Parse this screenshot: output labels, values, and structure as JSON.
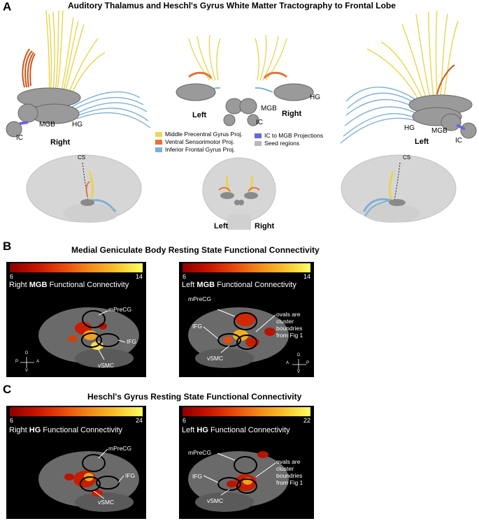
{
  "figure": {
    "A": {
      "label": "A",
      "title": "Auditory Thalamus and Heschl's Gyrus White Matter Tractography to Frontal Lobe",
      "views": {
        "right": {
          "side": "Right",
          "labels": [
            "MGB",
            "HG",
            "IC"
          ]
        },
        "middle": {
          "left": "Left",
          "right": "Right",
          "labels": [
            "MGB",
            "IC",
            "HG"
          ]
        },
        "left": {
          "side": "Left",
          "labels": [
            "HG",
            "MGB",
            "IC"
          ]
        }
      },
      "legend": [
        {
          "label": "Middle Precentral Gyrus Proj.",
          "color": "#ecd65a"
        },
        {
          "label": "Ventral Sensorimotor  Proj.",
          "color": "#e8703a"
        },
        {
          "label": "Inferior Frontal  Gyrus Proj.",
          "color": "#7fb0d6"
        },
        {
          "label": "IC to MGB Projections",
          "color": "#6a68d8"
        },
        {
          "label": "Seed regions",
          "color": "#b8b8b8"
        }
      ],
      "brain_views": {
        "cs_right": "CS",
        "cs_left": "CS",
        "bottom_left": "Left",
        "bottom_right": "Right"
      }
    },
    "B": {
      "label": "B",
      "title": "Medial Geniculate Body Resting State Functional Connectivity",
      "right_panel": {
        "cbar_min": "6",
        "cbar_max": "14",
        "title_pre": "Right ",
        "title_bold": "MGB",
        "title_post": " Functional Connectivity",
        "ann": [
          "mPreCG",
          "IFG",
          "vSMC"
        ],
        "orient": {
          "d": "D",
          "p": "P",
          "a": "A",
          "v": "V"
        }
      },
      "left_panel": {
        "cbar_min": "6",
        "cbar_max": "14",
        "title_pre": "Left  ",
        "title_bold": "MGB",
        "title_post": " Functional Connectivity",
        "ann": [
          "mPreCG",
          "IFG",
          "vSMC"
        ],
        "note": [
          "ovals are",
          "cluster",
          "boundries",
          "from Fig 1"
        ],
        "orient": {
          "d": "D",
          "a": "A",
          "p": "P",
          "v": "V"
        }
      }
    },
    "C": {
      "label": "C",
      "title": "Heschl's Gyrus Resting State Functional Connectivity",
      "right_panel": {
        "cbar_min": "6",
        "cbar_max": "24",
        "title_pre": "Right ",
        "title_bold": "HG",
        "title_post": " Functional Connectivity",
        "ann": [
          "mPreCG",
          "IFG",
          "vSMC"
        ]
      },
      "left_panel": {
        "cbar_min": "6",
        "cbar_max": "22",
        "title_pre": "Left ",
        "title_bold": "HG",
        "title_post": " Functional Connectivity",
        "ann": [
          "mPreCG",
          "IFG",
          "vSMC"
        ],
        "note": [
          "ovals are",
          "cluster",
          "boundries",
          "from Fig 1"
        ]
      }
    }
  }
}
